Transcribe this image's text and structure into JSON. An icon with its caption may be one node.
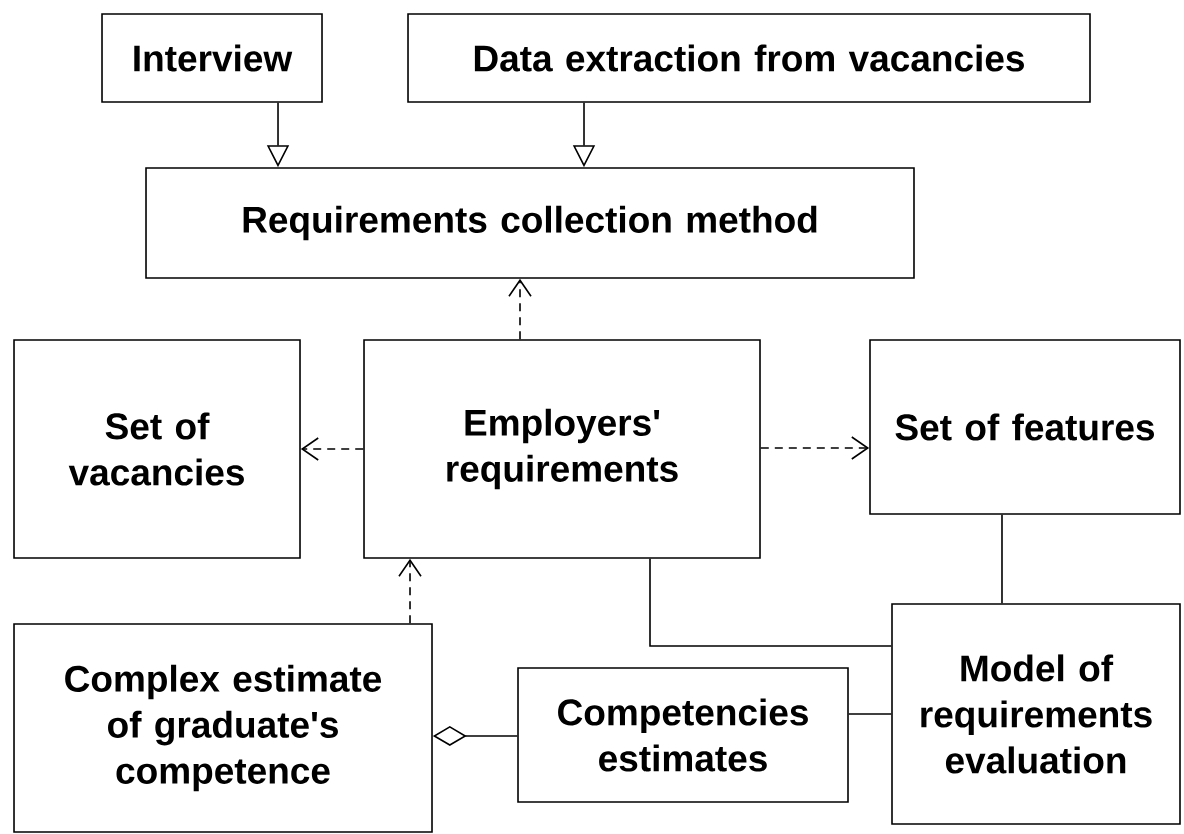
{
  "diagram": {
    "nodes": [
      {
        "text": [
          "Interview"
        ]
      },
      {
        "text": [
          "Data extraction from vacancies"
        ]
      },
      {
        "text": [
          "Requirements collection method"
        ]
      },
      {
        "text": [
          "Set of vacancies"
        ]
      },
      {
        "text": [
          "Employers' requirements"
        ]
      },
      {
        "text": [
          "Set of features"
        ]
      },
      {
        "text": [
          "Complex estimate of graduate's competence"
        ]
      },
      {
        "text": [
          "Competencies estimates"
        ]
      },
      {
        "text": [
          "Model of requirements evaluation"
        ]
      }
    ],
    "edges": [
      {
        "from": 0,
        "to": 2,
        "arrow": "to"
      },
      {
        "from": 1,
        "to": 2,
        "arrow": "to"
      },
      {
        "from": 4,
        "to": 2,
        "arrow": "to",
        "style": "dashed"
      },
      {
        "from": 4,
        "to": 3,
        "arrow": "to",
        "style": "dashed"
      },
      {
        "from": 4,
        "to": 5,
        "arrow": "to",
        "style": "dashed"
      },
      {
        "from": 6,
        "to": 4,
        "arrow": "to",
        "style": "dashed"
      },
      {
        "from": 7,
        "to": 6,
        "arrow": "other"
      },
      {
        "from": 7,
        "to": 8,
        "arrow": "none"
      },
      {
        "from": 4,
        "to": 8,
        "arrow": "none"
      },
      {
        "from": 5,
        "to": 8,
        "arrow": "none"
      }
    ]
  }
}
